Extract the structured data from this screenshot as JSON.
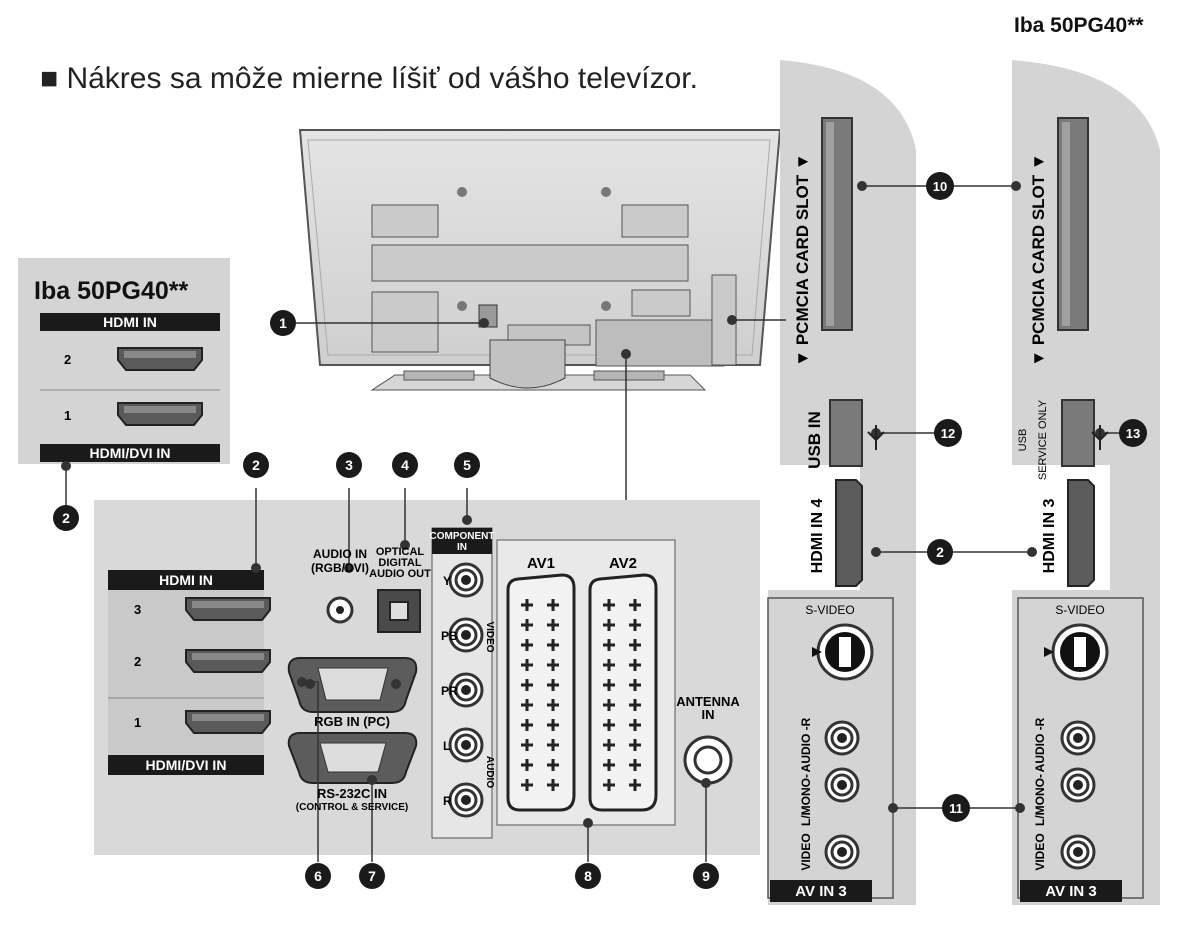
{
  "intro": "■ Nákres sa môže mierne líšiť od vášho televízor.",
  "model_label": "Iba 50PG40**",
  "hdmi_in": "HDMI IN",
  "hdmi_dvi_in": "HDMI/DVI IN",
  "port_nums": [
    "1",
    "2",
    "3"
  ],
  "audio_in": [
    "AUDIO IN",
    "(RGB/DVI)"
  ],
  "optical": [
    "OPTICAL",
    "DIGITAL",
    "AUDIO OUT"
  ],
  "component": [
    "COMPONENT",
    "IN"
  ],
  "comp_letters": [
    "Y",
    "PB",
    "PR",
    "L",
    "R"
  ],
  "video": "VIDEO",
  "audio": "AUDIO",
  "rgb_in_pc": "RGB IN (PC)",
  "rs232": [
    "RS-232C IN",
    "(CONTROL & SERVICE)"
  ],
  "av1": "AV1",
  "av2": "AV2",
  "antenna": [
    "ANTENNA",
    "IN"
  ],
  "pcmcia": "▼ PCMCIA CARD SLOT ▼",
  "usb_in": "USB IN",
  "usb_service": [
    "USB",
    "SERVICE ONLY"
  ],
  "hdmi_in_4": "HDMI IN 4",
  "hdmi_in_3": "HDMI IN 3",
  "svideo": "S-VIDEO",
  "audio_r": "AUDIO -R",
  "lmono": "L/MONO-",
  "side_video": "VIDEO",
  "av_in_3": "AV IN 3",
  "callouts": [
    "1",
    "2",
    "3",
    "4",
    "5",
    "6",
    "7",
    "8",
    "9",
    "10",
    "11",
    "12",
    "13"
  ]
}
